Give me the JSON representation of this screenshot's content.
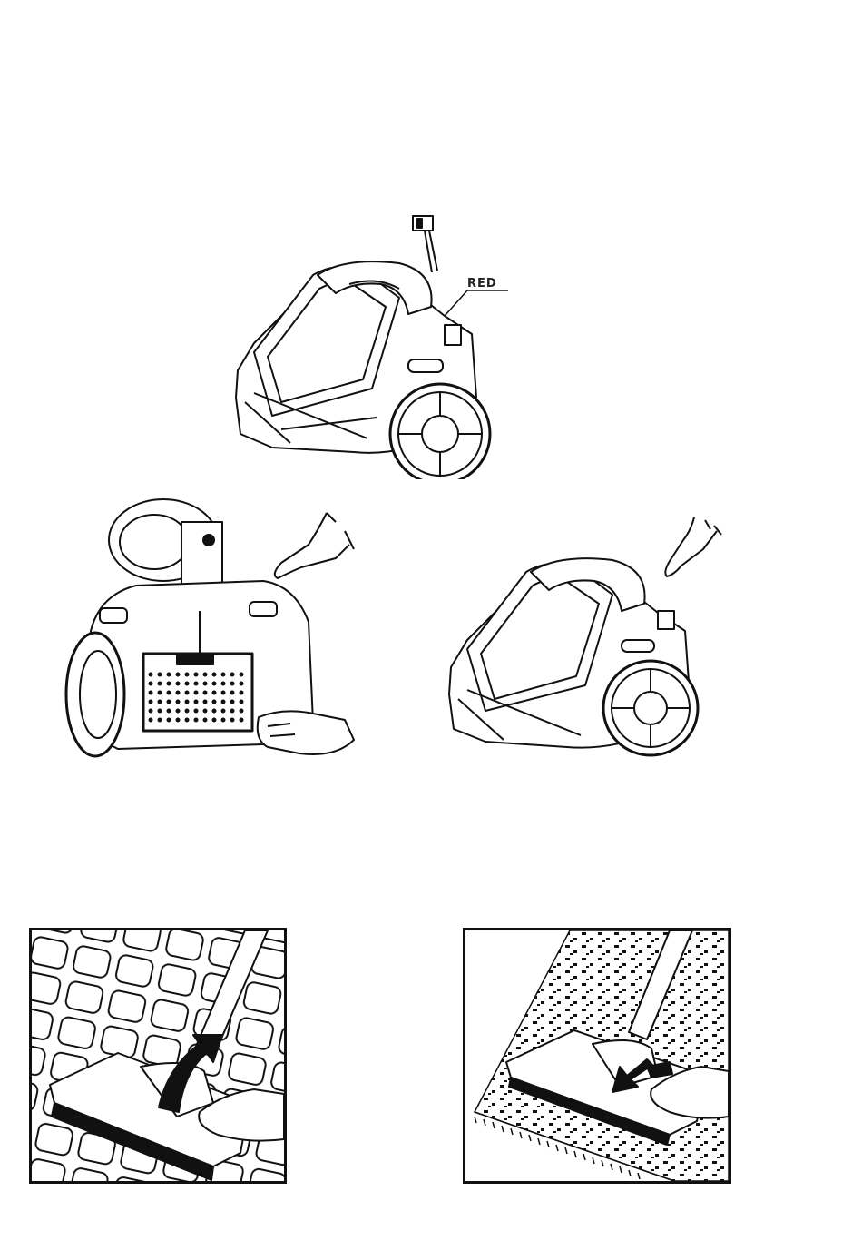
{
  "diagram_labels": {
    "cable_connector_label": "RED"
  },
  "figures": [
    {
      "id": "vacuum-cord-rewind",
      "icon": "canister-vacuum-with-plug"
    },
    {
      "id": "vacuum-rear-filter-removal",
      "icon": "canister-vacuum-rear-view-with-hands"
    },
    {
      "id": "vacuum-press-button",
      "icon": "canister-vacuum-with-pointing-hand"
    },
    {
      "id": "floor-nozzle-hard-floor",
      "icon": "nozzle-on-tiles-arrow-up"
    },
    {
      "id": "floor-nozzle-carpet",
      "icon": "nozzle-on-carpet-arrow-down"
    }
  ]
}
